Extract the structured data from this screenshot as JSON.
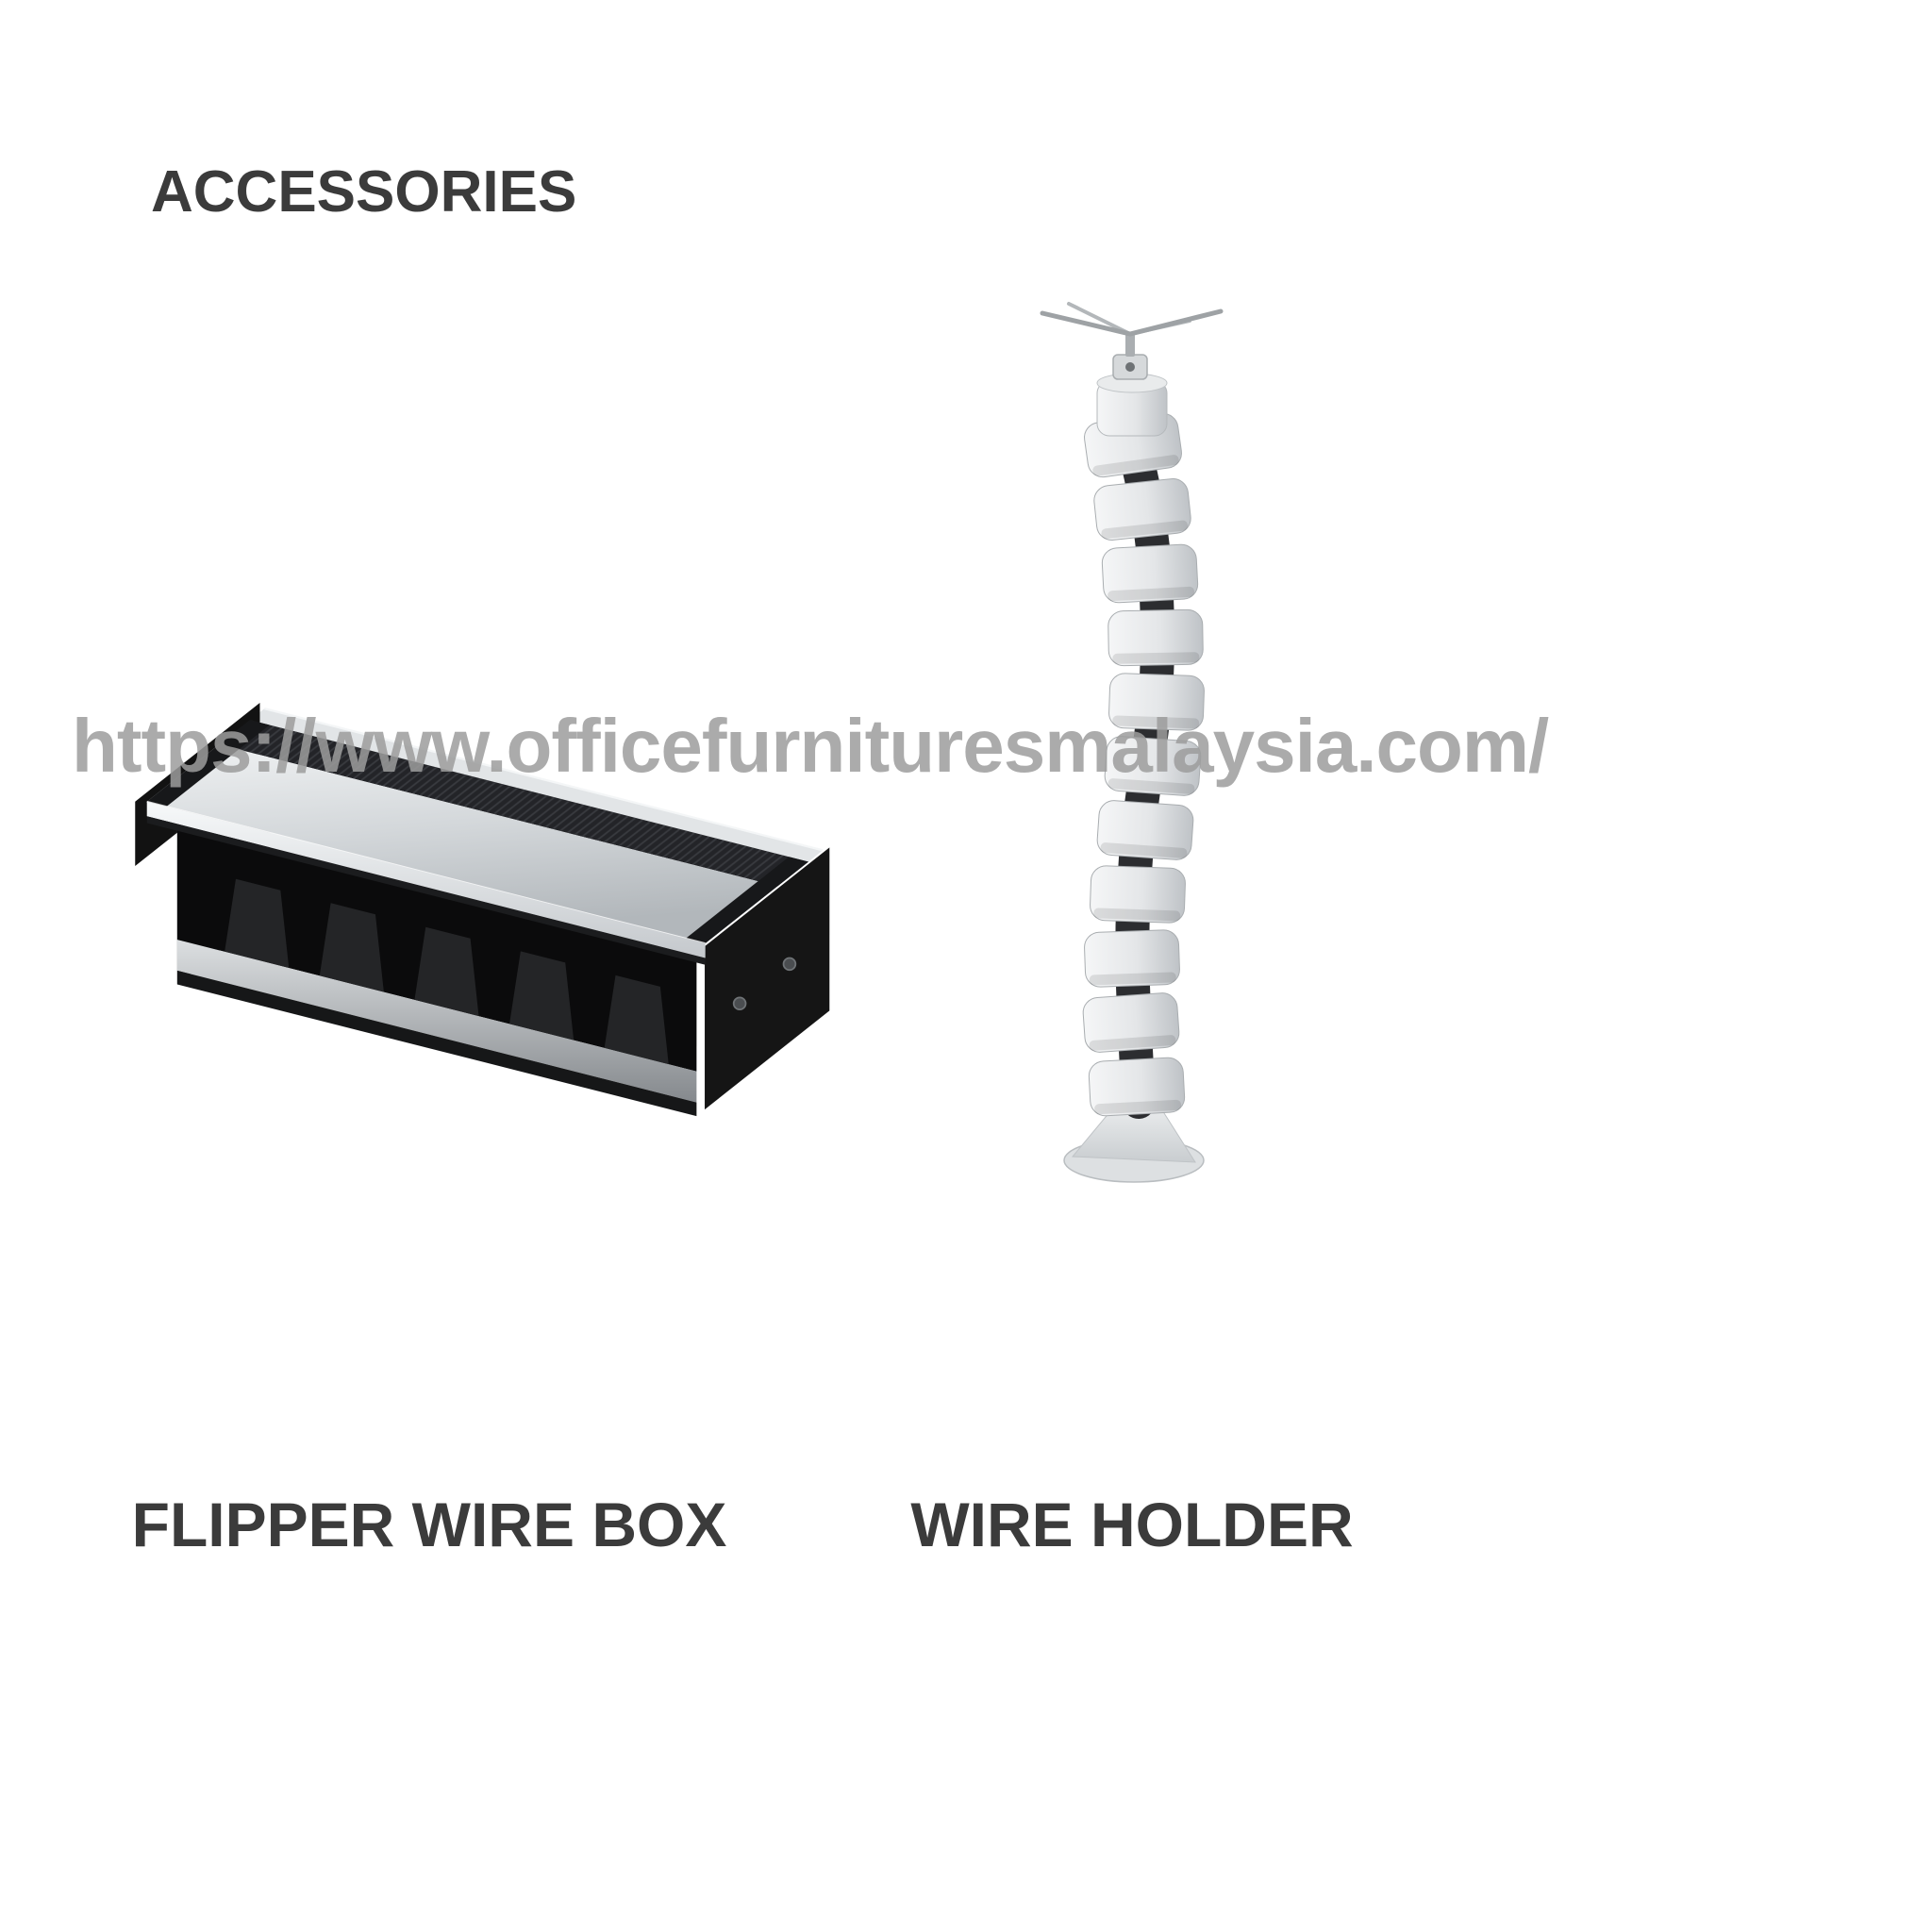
{
  "page": {
    "title": "ACCESSORIES",
    "watermark": "https://www.officefurnituresmalaysia.com/",
    "background": "#ffffff"
  },
  "colors": {
    "heading_text": "#3b3b3b",
    "watermark_text": "#9d9d9d",
    "box_metal_light": "#eef0f1",
    "box_metal_dark": "#b6bbbf",
    "box_trim_black": "#151515",
    "box_interior_black": "#0b0b0c",
    "spine_white": "#f5f6f7",
    "spine_joint_dark": "#2c2d30"
  },
  "products": [
    {
      "id": "flipper-wire-box",
      "label": "FLIPPER WIRE BOX",
      "image": "flipper-wire-box-render"
    },
    {
      "id": "wire-holder",
      "label": "WIRE HOLDER",
      "image": "wire-holder-render"
    }
  ]
}
